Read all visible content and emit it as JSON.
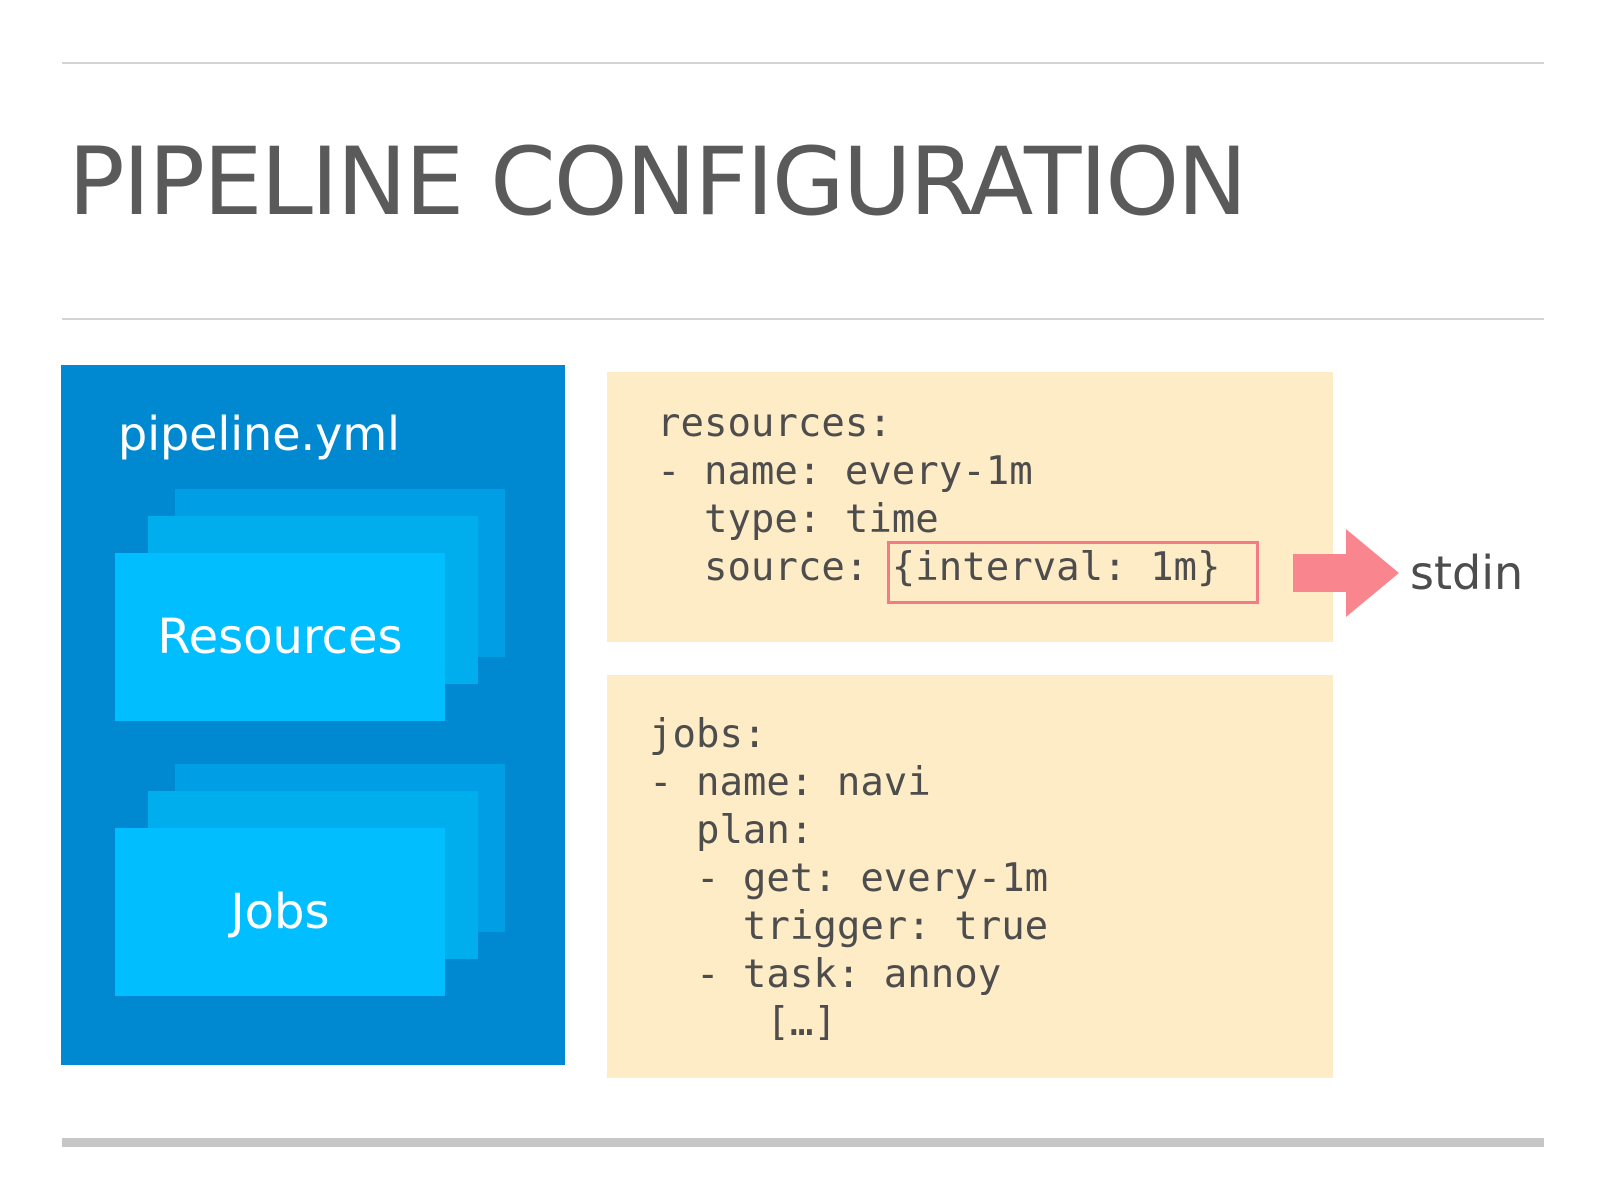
{
  "slide": {
    "title": "PIPELINE CONFIGURATION"
  },
  "panel": {
    "title": "pipeline.yml",
    "resources_label": "Resources",
    "jobs_label": "Jobs"
  },
  "resources_yaml": {
    "lines": [
      "resources:",
      "- name: every-1m",
      "  type: time",
      "  source: {interval: 1m}"
    ]
  },
  "jobs_yaml": {
    "lines": [
      "jobs:",
      "- name: navi",
      "  plan:",
      "  - get: every-1m",
      "    trigger: true",
      "  - task: annoy",
      "     […]"
    ]
  },
  "arrow": {
    "label": "stdin",
    "color": "#f9868f"
  },
  "colors": {
    "title_text": "#5a5a5a",
    "panel_background": "#0088d0",
    "sheet_front": "#00beff",
    "code_background": "#fdecc6",
    "highlight_border": "#f27b86"
  }
}
